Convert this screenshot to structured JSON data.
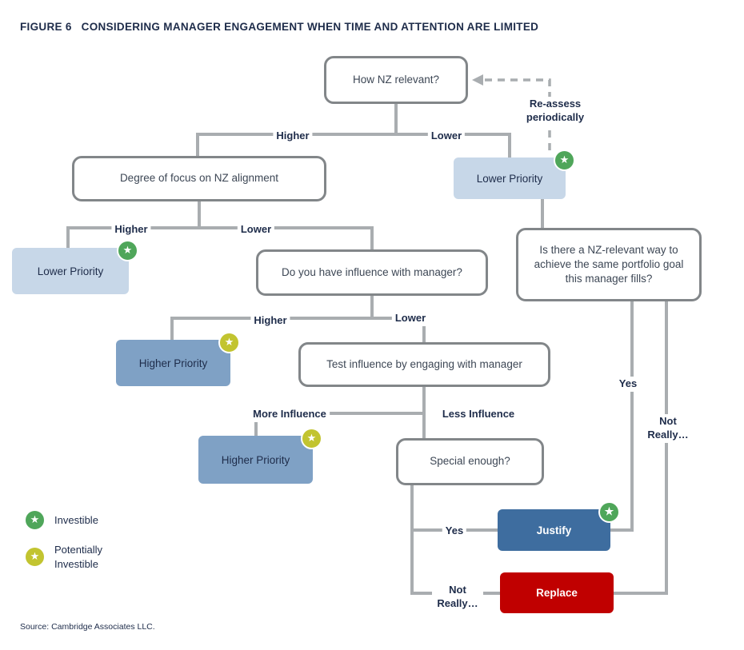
{
  "title": {
    "figure_label": "FIGURE 6",
    "text": "CONSIDERING MANAGER ENGAGEMENT WHEN TIME AND ATTENTION ARE LIMITED"
  },
  "nodes": {
    "how_nz": "How NZ relevant?",
    "degree_focus": "Degree of focus on NZ alignment",
    "lower_priority_right": "Lower Priority",
    "nz_relevant_way": "Is there a NZ-relevant way to achieve the same portfolio goal this manager fills?",
    "lower_priority_left": "Lower Priority",
    "influence": "Do you have influence with manager?",
    "higher_priority_1": "Higher Priority",
    "test_influence": "Test influence by engaging with manager",
    "higher_priority_2": "Higher Priority",
    "special": "Special enough?",
    "justify": "Justify",
    "replace": "Replace"
  },
  "labels": {
    "higher_1": "Higher",
    "lower_1": "Lower",
    "reassess": "Re-assess periodically",
    "higher_2": "Higher",
    "lower_2": "Lower",
    "higher_3": "Higher",
    "lower_3": "Lower",
    "more_influence": "More Influence",
    "less_influence": "Less Influence",
    "yes_right": "Yes",
    "not_really_right": "Not Really…",
    "yes_bottom": "Yes",
    "not_really_bottom": "Not Really…"
  },
  "legend": {
    "investible": "Investible",
    "potentially_investible": "Potentially Investible"
  },
  "source": "Source: Cambridge Associates LLC.",
  "icons": {
    "star": "★"
  },
  "colors": {
    "navy_text": "#1e2c4a",
    "box_border_gray": "#828689",
    "connector_gray": "#a9adb0",
    "light_blue": "#c7d7e8",
    "mid_blue": "#7fa1c5",
    "dark_blue": "#3e6d9f",
    "red": "#c00000",
    "green_star": "#4fa65a",
    "yellow_star": "#c2c430"
  }
}
